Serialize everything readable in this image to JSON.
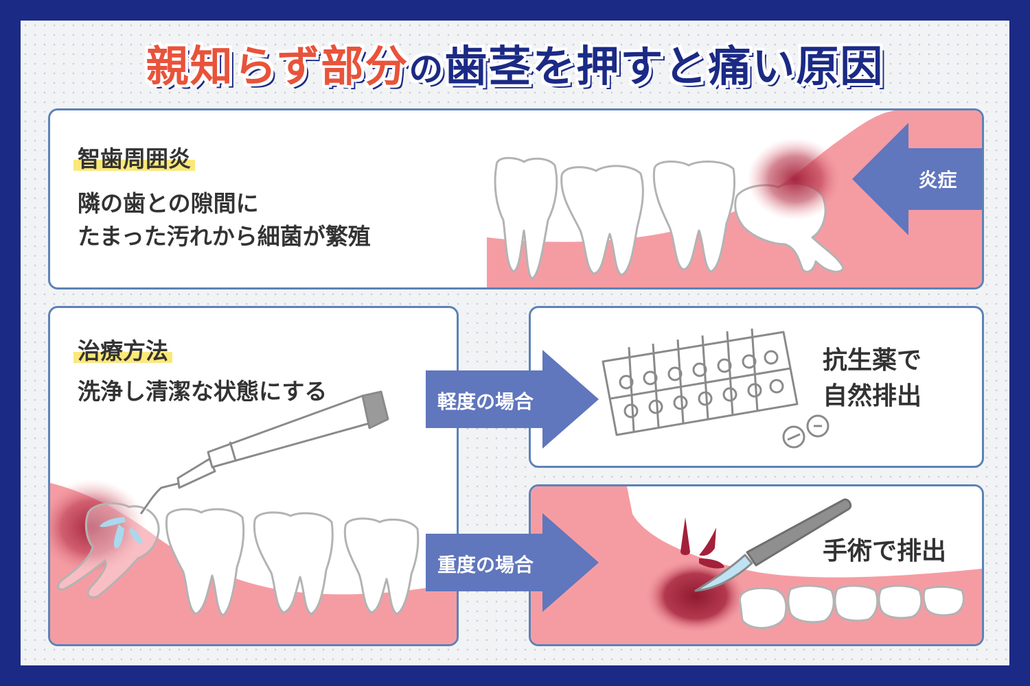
{
  "title": {
    "part1": "親知らず部分",
    "part2": "の",
    "part3": "歯茎を押すと痛い原因"
  },
  "panel_pericoronitis": {
    "heading": "智歯周囲炎",
    "desc_line1": "隣の歯との隙間に",
    "desc_line2": "たまった汚れから細菌が繁殖",
    "arrow_label": "炎症"
  },
  "panel_treatment": {
    "heading": "治療方法",
    "desc": "洗浄し清潔な状態にする"
  },
  "mild": {
    "arrow_label": "軽度の場合",
    "text_line1": "抗生薬で",
    "text_line2": "自然排出"
  },
  "severe": {
    "arrow_label": "重度の場合",
    "text": "手術で排出"
  },
  "colors": {
    "navy": "#1b2a85",
    "accent_red": "#e8533b",
    "gum_pink": "#f59ca3",
    "inflamed": "#a3203a",
    "arrow_blue": "#6076bd",
    "panel_border": "#5b82b7",
    "highlight": "#fbe879"
  }
}
